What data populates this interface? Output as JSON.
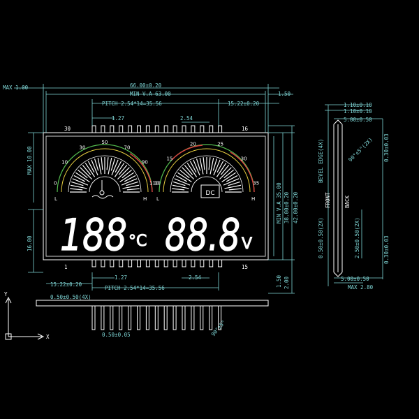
{
  "colors": {
    "background": "#000000",
    "dimension": "#7fd6d6",
    "outline": "#ffffff",
    "arc_green": "#55c050",
    "arc_yellow": "#e8d040",
    "arc_red": "#e04040"
  },
  "top_dims": {
    "max_height": "MAX 1.00",
    "overall_width": "66.00±0.20",
    "min_va_width": "MIN V.A 63.00",
    "pitch": "PITCH 2.54*14=35.56",
    "pin_offset": "15.22±0.20",
    "right_margin": "1.50",
    "pin_width": "1.27",
    "pin_pitch": "2.54"
  },
  "left_dims": {
    "top_offset": "MAX 10.00",
    "bottom_offset": "16.00"
  },
  "right_dims": {
    "va_height": "MIN V.A 35.00",
    "height_1": "38.00±0.20",
    "height_2": "42.00±0.20",
    "b1": "1.50",
    "b2": "2.00"
  },
  "bottom_dims": {
    "pin_offset": "15.22±0.20",
    "pin_width": "1.27",
    "pitch": "PITCH 2.54*14=35.56",
    "pin_pitch": "2.54"
  },
  "pin_labels": {
    "top_left": "30",
    "top_right": "16",
    "bottom_left": "1",
    "bottom_right": "15"
  },
  "temperature_gauge": {
    "scale": [
      "0",
      "10",
      "30",
      "50",
      "70",
      "90",
      "110"
    ],
    "low": "L",
    "high": "H",
    "digits": "188",
    "unit": "°C"
  },
  "voltage_gauge": {
    "scale": [
      "10",
      "15",
      "20",
      "25",
      "30",
      "35"
    ],
    "low": "L",
    "high": "H",
    "badge": "DC",
    "digits": "88.8",
    "unit": "V"
  },
  "side_view": {
    "t1": "1.10±0.10",
    "t2": "1.10±0.10",
    "t3": "5.00±0.50",
    "angle": "90°±5°(2X)",
    "bevel": "BEVEL EDGE(4X)",
    "t4": "0.30±0.03",
    "front": "FRONT",
    "back": "BACK",
    "t5": "0.50±0.50(2X)",
    "t6": "2.50±0.50(2X)",
    "t7": "0.30±0.03",
    "bottom_width": "5.00±0.50",
    "max_thickness": "MAX 2.80"
  },
  "pin_detail": {
    "pin_thickness": "0.50±0.50(4X)",
    "pin_width": "0.50±0.05",
    "angle": "90°±5°"
  },
  "axes": {
    "x": "X",
    "y": "Y"
  }
}
